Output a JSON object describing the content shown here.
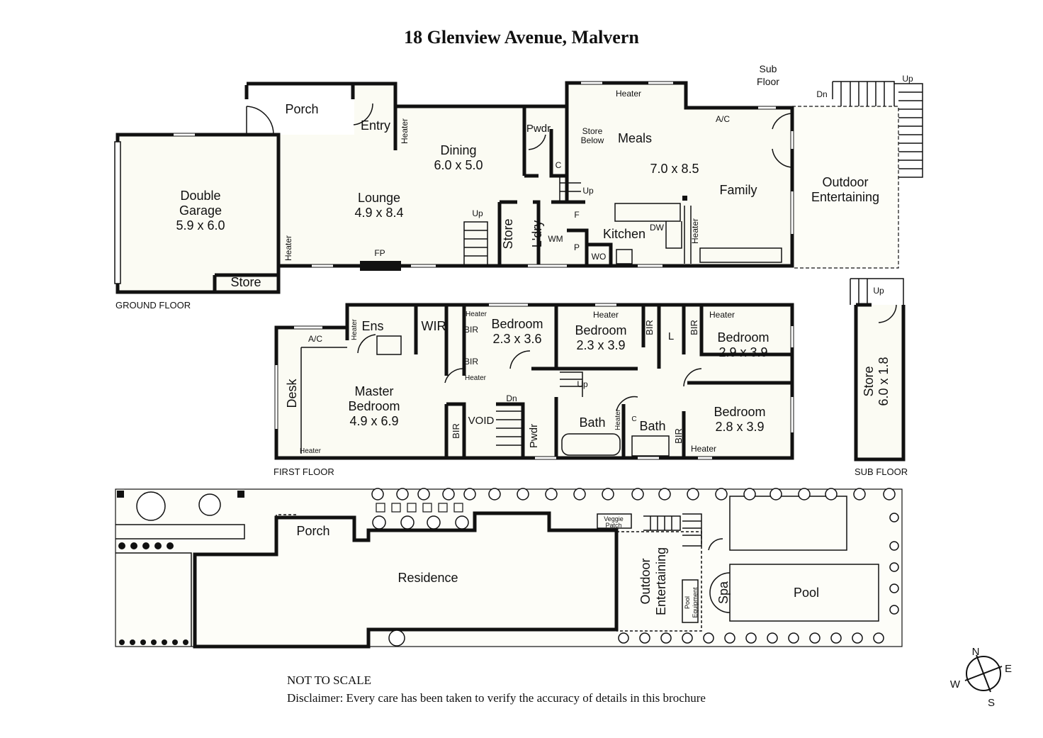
{
  "title": "18 Glenview Avenue, Malvern",
  "floor_labels": {
    "ground": "GROUND FLOOR",
    "first": "FIRST FLOOR",
    "sub": "SUB FLOOR"
  },
  "ground_floor": {
    "garage": [
      "Double",
      "Garage",
      "5.9 x 6.0"
    ],
    "garage_store": "Store",
    "porch": "Porch",
    "entry": "Entry",
    "lounge": [
      "Lounge",
      "4.9 x 8.4"
    ],
    "dining": [
      "Dining",
      "6.0 x 5.0"
    ],
    "pwdr": "Pwdr",
    "store_below": [
      "Store",
      "Below"
    ],
    "meals": "Meals",
    "meals_size": "7.0 x 8.5",
    "family": "Family",
    "kitchen": "Kitchen",
    "outdoor": [
      "Outdoor",
      "Entertaining"
    ],
    "sub_floor_note": [
      "Sub",
      "Floor"
    ],
    "store": "Store",
    "ldry": "L'dry",
    "fp": "FP",
    "up": "Up",
    "dn": "Dn",
    "ac": "A/C",
    "heater": "Heater",
    "small": {
      "c": "C",
      "f": "F",
      "p": "P",
      "wm": "WM",
      "wo": "WO",
      "dw": "DW"
    }
  },
  "first_floor": {
    "master": [
      "Master",
      "Bedroom",
      "4.9 x 6.9"
    ],
    "desk": "Desk",
    "ens": "Ens",
    "wir": "WIR",
    "bir": "BIR",
    "bed1": [
      "Bedroom",
      "2.3 x 3.6"
    ],
    "bed2": [
      "Bedroom",
      "2.3 x 3.9"
    ],
    "bed3": [
      "Bedroom",
      "2.9 x 3.9"
    ],
    "bed4": [
      "Bedroom",
      "2.8 x 3.9"
    ],
    "void": "VOID",
    "pwdr": "Pwdr",
    "bath": "Bath",
    "l": "L",
    "c": "C"
  },
  "sub_floor": {
    "store": [
      "Store",
      "6.0 x 1.8"
    ],
    "up": "Up"
  },
  "site_plan": {
    "porch": "Porch",
    "residence": "Residence",
    "outdoor": [
      "Outdoor",
      "Entertaining"
    ],
    "veggie": [
      "Veggie",
      "Patch"
    ],
    "pool_equipment": [
      "Pool",
      "Equipment"
    ],
    "spa": "Spa",
    "pool": "Pool"
  },
  "footer": {
    "not_to_scale": "NOT TO SCALE",
    "disclaimer": "Disclaimer: Every care has been taken to verify the accuracy of details in this brochure"
  },
  "compass": {
    "n": "N",
    "e": "E",
    "s": "S",
    "w": "W"
  }
}
